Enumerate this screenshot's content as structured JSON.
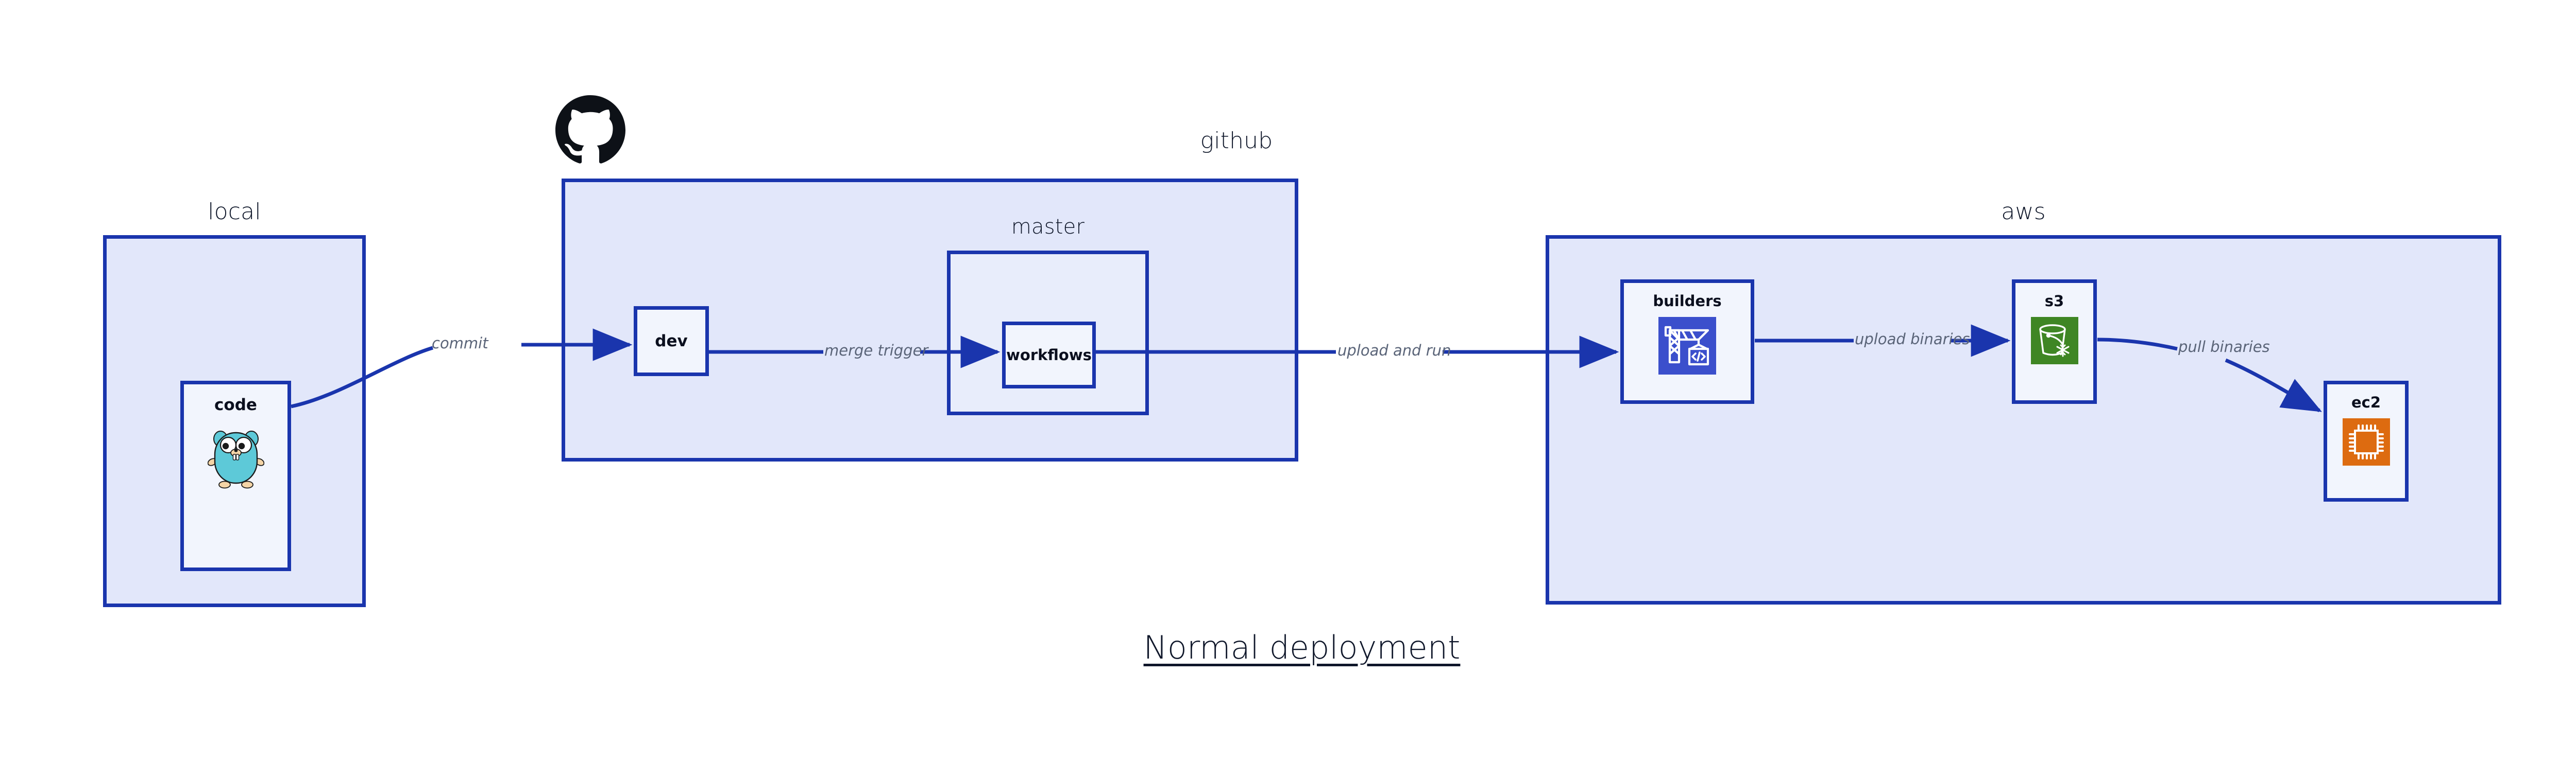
{
  "diagram": {
    "title": "Normal deployment",
    "accent_border": "#1A35AD",
    "group_fill": "#E2E7FA",
    "node_fill": "#F2F5FD",
    "label_color": "#5A6478",
    "text_color": "#0F172A"
  },
  "groups": [
    {
      "id": "local",
      "label": "local"
    },
    {
      "id": "github",
      "label": "github"
    },
    {
      "id": "master",
      "label": "master"
    },
    {
      "id": "aws",
      "label": "aws"
    }
  ],
  "nodes": [
    {
      "id": "code",
      "label": "code",
      "icon": "go-gopher-icon",
      "icon_color": "#5DC9D8"
    },
    {
      "id": "dev",
      "label": "dev",
      "icon": "none",
      "icon_color": ""
    },
    {
      "id": "workflows",
      "label": "workflows",
      "icon": "none",
      "icon_color": ""
    },
    {
      "id": "builders",
      "label": "builders",
      "icon": "aws-codebuild-icon",
      "icon_color": "#3B4FCC"
    },
    {
      "id": "s3",
      "label": "s3",
      "icon": "aws-s3-glacier-icon",
      "icon_color": "#3F8624"
    },
    {
      "id": "ec2",
      "label": "ec2",
      "icon": "aws-ec2-chip-icon",
      "icon_color": "#DD6B10"
    }
  ],
  "edges": [
    {
      "id": "commit",
      "from": "code",
      "to": "dev",
      "label": "commit"
    },
    {
      "id": "merge-trigger",
      "from": "dev",
      "to": "workflows",
      "label": "merge trigger"
    },
    {
      "id": "upload-and-run",
      "from": "workflows",
      "to": "builders",
      "label": "upload and run"
    },
    {
      "id": "upload-binaries",
      "from": "builders",
      "to": "s3",
      "label": "upload binaries"
    },
    {
      "id": "pull-binaries",
      "from": "s3",
      "to": "ec2",
      "label": "pull binaries"
    }
  ],
  "logos": [
    {
      "id": "github-octocat",
      "name": "github-octocat-logo",
      "color": "#0D1117"
    }
  ]
}
